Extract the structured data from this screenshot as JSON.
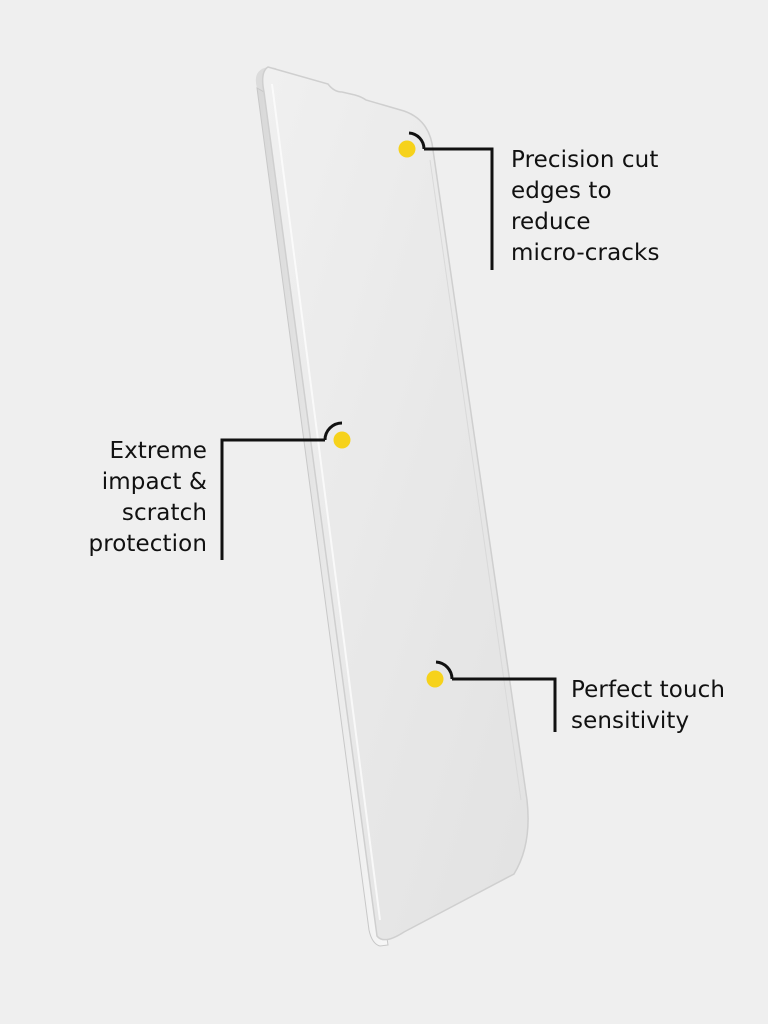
{
  "colors": {
    "background": "#efefef",
    "accent": "#f6d21b",
    "ink": "#111111"
  },
  "callouts": {
    "top": {
      "lines": [
        "Precision cut",
        "edges to",
        "reduce",
        "micro-cracks"
      ]
    },
    "middle": {
      "lines": [
        "Extreme",
        "impact &",
        "scratch",
        "protection"
      ]
    },
    "bottom": {
      "lines": [
        "Perfect touch",
        "sensitivity"
      ]
    }
  }
}
